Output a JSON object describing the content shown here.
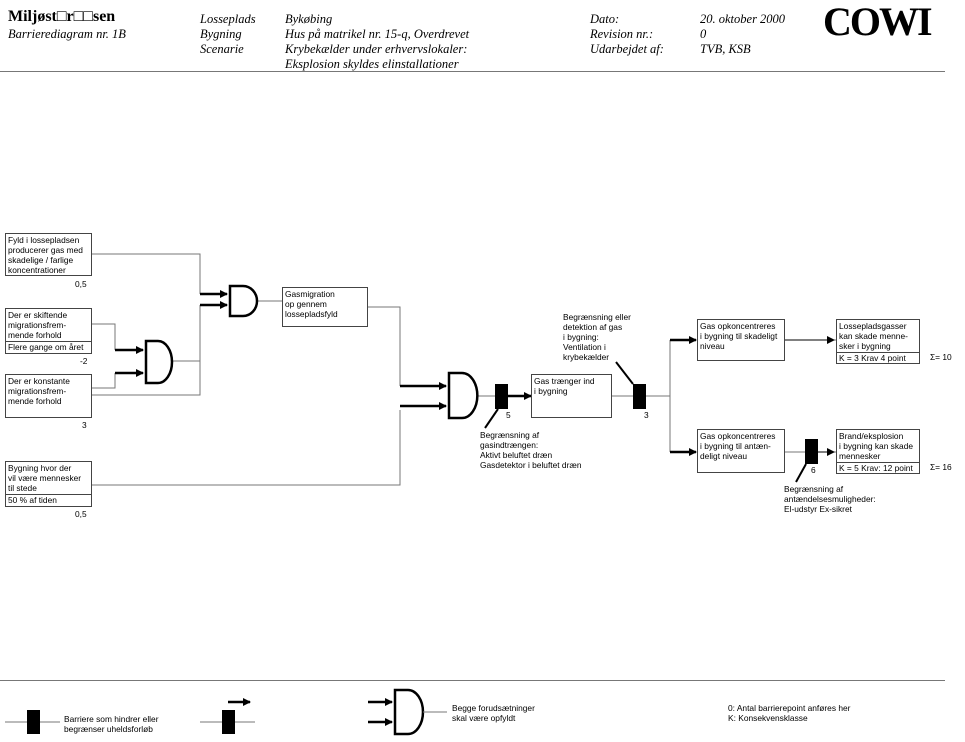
{
  "header": {
    "title": "Miljøst□r□□sen",
    "subtitle": "Barrierediagram nr. 1B",
    "losseplads_label": "Losseplads",
    "losseplads_value": "Bykøbing",
    "bygning_label": "Bygning",
    "bygning_value": "Hus på matrikel nr. 15-q, Overdrevet",
    "scenarie_label": "Scenarie",
    "scenarie_value_1": "Krybekælder under erhvervslokaler:",
    "scenarie_value_2": "Eksplosion skyldes elinstallationer",
    "dato_label": "Dato:",
    "dato_value": "20. oktober 2000",
    "revision_label": "Revision nr.:",
    "revision_value": "0",
    "udarbejdet_label": "Udarbejdet af:",
    "udarbejdet_value": "TVB, KSB",
    "logo": "COWI"
  },
  "boxes": {
    "fyld": {
      "lines": [
        "Fyld i lossepladsen",
        "producerer gas med",
        "skadelige / farlige",
        "koncentrationer"
      ],
      "value": "0,5"
    },
    "skift": {
      "lines": [
        "Der er skiftende",
        "migrationsfrem-",
        "mende forhold"
      ],
      "sub": "Flere gange om året",
      "value": "-2"
    },
    "konst": {
      "lines": [
        "Der er konstante",
        "migrationsfrem-",
        "mende forhold"
      ],
      "value": "3"
    },
    "bygning": {
      "lines": [
        "Bygning hvor der",
        "vil være mennesker",
        "til stede"
      ],
      "sub": "50 % af tiden",
      "value": "0,5"
    },
    "gasmig": {
      "lines": [
        "Gasmigration",
        "op gennem",
        "lossepladsfyld"
      ]
    },
    "gastr": {
      "lines": [
        "Gas trænger ind",
        "i bygning"
      ]
    },
    "opk1": {
      "lines": [
        "Gas opkoncentreres",
        "i bygning til skadeligt",
        "niveau"
      ]
    },
    "opk2": {
      "lines": [
        "Gas opkoncentreres",
        "i bygning til antæn-",
        "deligt niveau"
      ]
    },
    "lpg": {
      "lines": [
        "Lossepladsgasser",
        "kan skade menne-",
        "sker i bygning"
      ],
      "sub": "K = 3 Krav 4 point"
    },
    "brand": {
      "lines": [
        "Brand/eksplosion",
        "i bygning kan skade",
        "mennesker"
      ],
      "sub": "K = 5 Krav: 12 point"
    }
  },
  "barriers": {
    "b1": {
      "value": "5",
      "note": [
        "Begrænsning af",
        "gasindtrængen:",
        "Aktivt beluftet dræn",
        "Gasdetektor i beluftet dræn"
      ]
    },
    "b2": {
      "value": "3",
      "note": [
        "Begrænsning eller",
        "detektion af gas",
        "i bygning:",
        "Ventilation i",
        "krybekælder"
      ]
    },
    "b3": {
      "value": "6",
      "note": [
        "Begrænsning af",
        "antændelsesmuligheder:",
        "El-udstyr Ex-sikret"
      ]
    }
  },
  "sums": {
    "s1": "Σ=  10",
    "s2": "Σ=  16"
  },
  "legend": {
    "barrier_text_1": "Barriere som hindrer eller",
    "barrier_text_2": "begrænser uheldsforløb",
    "gate_text_1": "Begge forudsætninger",
    "gate_text_2": "skal være opfyldt",
    "note_1": "0: Antal barrierepoint anføres her",
    "note_2": "K: Konsekvensklasse"
  }
}
